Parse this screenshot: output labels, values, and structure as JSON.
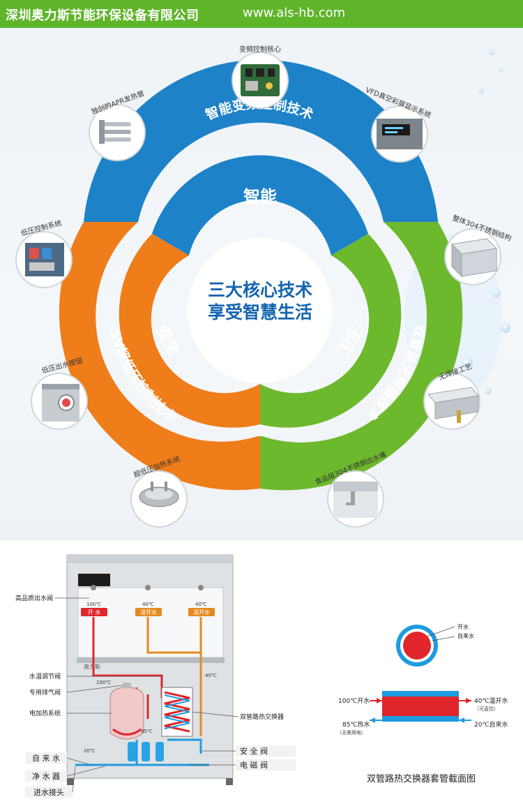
{
  "header": {
    "company": "深圳奥力斯节能环保设备有限公司",
    "url": "www.als-hb.com"
  },
  "wheel": {
    "center_line1": "三大核心技术",
    "center_line2": "享受智慧生活",
    "outer_blue": "智能变频控制技术",
    "outer_orange": "5V超低压控制技术",
    "outer_green": "双管路无焊接技术",
    "inner_blue": "智能",
    "inner_orange": "安全",
    "inner_green": "卫生"
  },
  "features": [
    {
      "label": "变频控制核心",
      "icon": "circuit-board-icon"
    },
    {
      "label": "独创的APR发热管",
      "icon": "heating-tube-icon"
    },
    {
      "label": "VFD真空彩屏显示系统",
      "icon": "display-screen-icon"
    },
    {
      "label": "低压控制系统",
      "icon": "control-box-icon"
    },
    {
      "label": "整体304不锈钢结构",
      "icon": "steel-box-icon"
    },
    {
      "label": "低压出水按钮",
      "icon": "push-button-icon"
    },
    {
      "label": "无焊接工艺",
      "icon": "pipe-joint-icon"
    },
    {
      "label": "超低压加热系统",
      "icon": "heater-element-icon"
    },
    {
      "label": "食品级304不锈钢出水嘴",
      "icon": "faucet-icon"
    }
  ],
  "machine": {
    "badge_text": "奥力斯",
    "tap_labels": [
      "开 水",
      "温开水",
      "温开水"
    ],
    "temps": [
      "100℃",
      "40℃",
      "40℃"
    ],
    "pipe_temps": [
      "100℃",
      "40℃",
      "85℃",
      "20℃"
    ],
    "callouts_left": [
      "高品质出水阀",
      "水温调节阀",
      "专用排气阀",
      "电加热系统"
    ],
    "boxed_left": [
      "自 来 水",
      "净 水 器",
      "进水接头"
    ],
    "callouts_right": [
      "双管路热交换器"
    ],
    "boxed_right": [
      "安 全 阀",
      "电 磁 阀"
    ]
  },
  "cross_section": {
    "legend_boiling": "开水",
    "legend_tap": "自来水",
    "left_top": "100℃开水",
    "left_bottom_1": "85℃热水",
    "left_bottom_2": "（无需用电）",
    "right_top_1": "40℃温开水",
    "right_top_2": "（可直饮）",
    "right_bottom": "20℃自来水",
    "caption": "双管路热交换器套管截面图"
  },
  "colors": {
    "header_green": "#5fb52a",
    "blue": "#1e82c8",
    "orange": "#ef7d1a",
    "green": "#6db92e",
    "center_blue": "#1565b0",
    "pipe_red": "#e0262b",
    "pipe_blue": "#1e9be0",
    "pipe_orange": "#e58a1f"
  }
}
